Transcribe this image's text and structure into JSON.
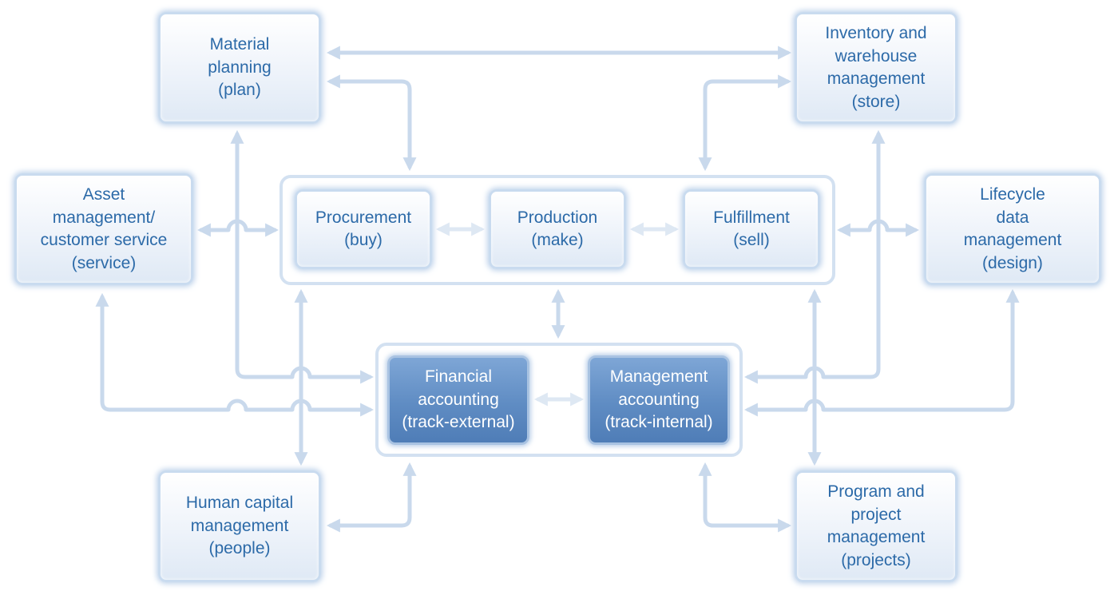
{
  "modules": {
    "material_planning": "Material\nplanning\n(plan)",
    "inventory": "Inventory and\nwarehouse\nmanagement\n(store)",
    "asset_management": "Asset\nmanagement/\ncustomer service\n(service)",
    "procurement": "Procurement\n(buy)",
    "production": "Production\n(make)",
    "fulfillment": "Fulfillment\n(sell)",
    "lifecycle": "Lifecycle\ndata\nmanagement\n(design)",
    "financial_accounting": "Financial\naccounting\n(track-external)",
    "management_accounting": "Management\naccounting\n(track-internal)",
    "human_capital": "Human capital\nmanagement\n(people)",
    "program_project": "Program and\nproject\nmanagement\n(projects)"
  },
  "colors": {
    "text": "#2c6aa8",
    "connector": "#c9d9ec",
    "box_border": "#c9dbef",
    "accounting_fill": "#5f8cc3",
    "accounting_text": "#ffffff"
  }
}
